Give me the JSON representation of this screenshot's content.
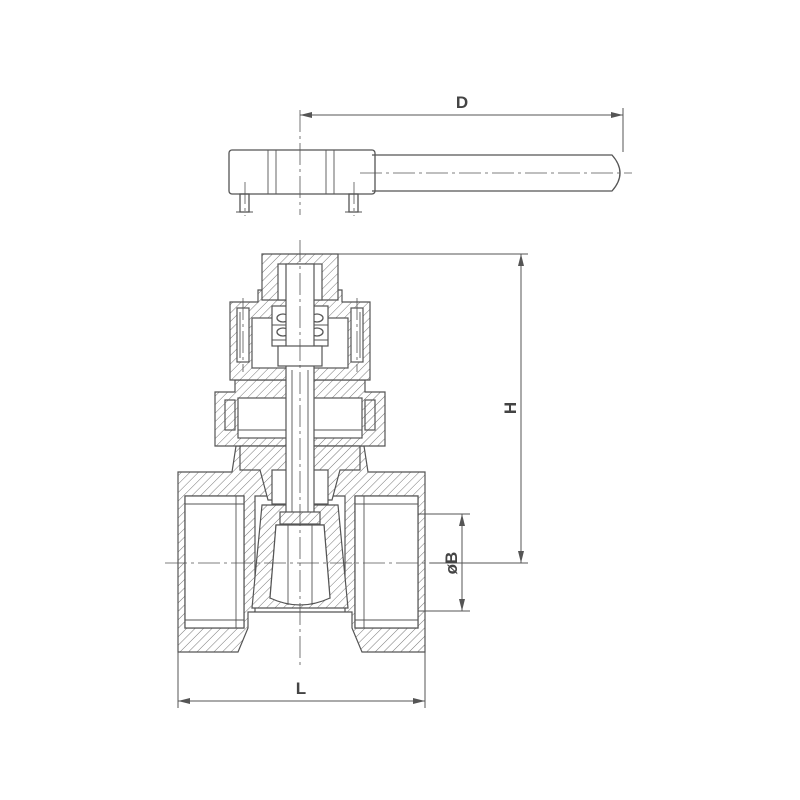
{
  "dimensions": {
    "D": "D",
    "H": "H",
    "L": "L",
    "B": "øB"
  },
  "colors": {
    "line": "#555555",
    "background": "#ffffff"
  }
}
